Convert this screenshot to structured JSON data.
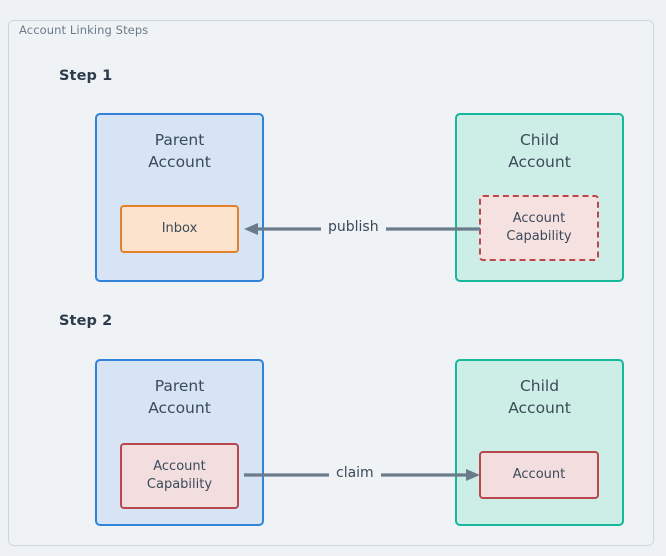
{
  "frame": {
    "title": "Account Linking Steps"
  },
  "colors": {
    "background": "#eef2f5",
    "frame_border": "#ccd6dd",
    "frame_fill": "#eff3f6",
    "parent_fill": "#d6e4f5",
    "parent_border": "#3083d8",
    "child_fill": "#cdeee6",
    "child_border": "#17b79b",
    "inbox_fill": "#fbe3cd",
    "inbox_border": "#e2812c",
    "capability_fill": "#f6e1e1",
    "capability_border": "#b8484c",
    "arrow": "#6b7b8c",
    "text": "#3b4a58",
    "step_label": "#2c3c4c",
    "title_text": "#6b7b8a"
  },
  "steps": [
    {
      "label": "Step 1",
      "parent": {
        "title": "Parent\nAccount",
        "title_line1": "Parent",
        "title_line2": "Account",
        "inner": {
          "label": "Inbox",
          "style": "solid-orange"
        }
      },
      "child": {
        "title_line1": "Child",
        "title_line2": "Account",
        "inner": {
          "label_line1": "Account",
          "label_line2": "Capability",
          "style": "dashed-red"
        }
      },
      "arrow": {
        "label": "publish",
        "direction": "right-to-left",
        "from": "Child Account / Account Capability",
        "to": "Parent Account / Inbox"
      }
    },
    {
      "label": "Step 2",
      "parent": {
        "title_line1": "Parent",
        "title_line2": "Account",
        "inner": {
          "label_line1": "Account",
          "label_line2": "Capability",
          "style": "solid-red"
        }
      },
      "child": {
        "title_line1": "Child",
        "title_line2": "Account",
        "inner": {
          "label": "Account",
          "style": "solid-red"
        }
      },
      "arrow": {
        "label": "claim",
        "direction": "left-to-right",
        "from": "Parent Account / Account Capability",
        "to": "Child Account / Account"
      }
    }
  ]
}
